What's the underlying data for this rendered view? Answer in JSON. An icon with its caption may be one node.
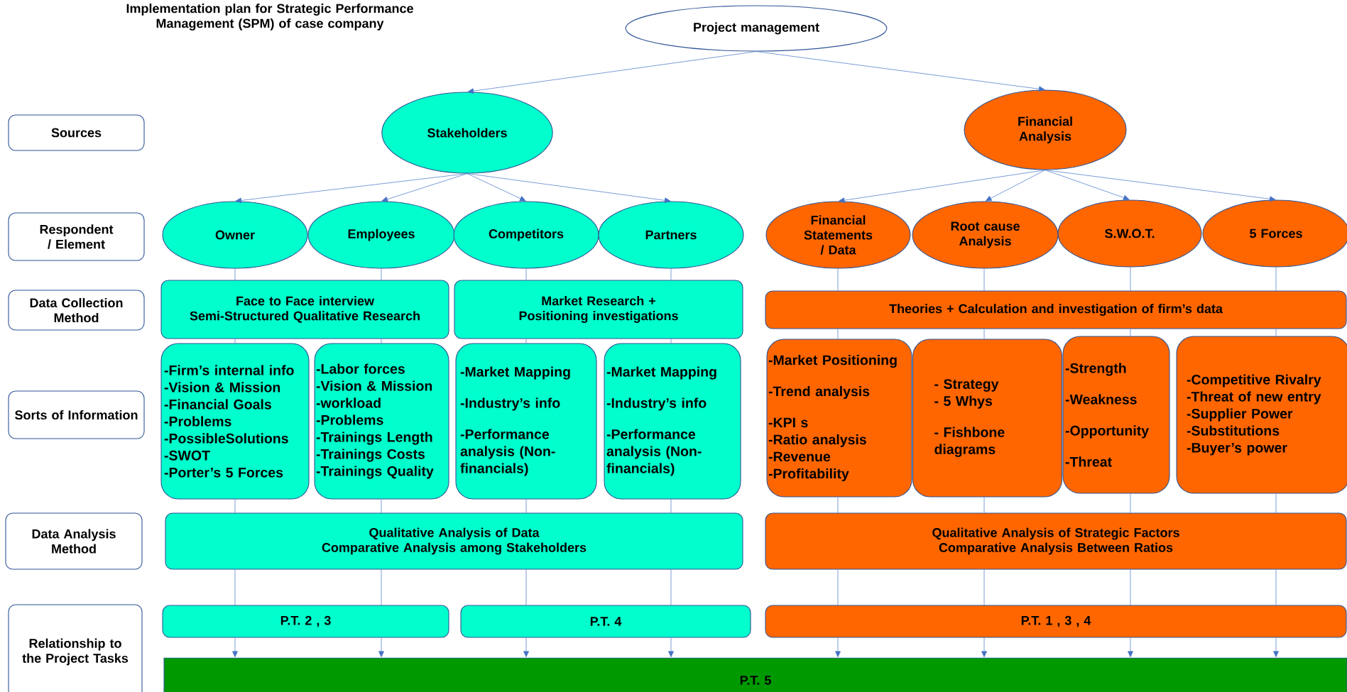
{
  "diagram": {
    "title": "Implementation plan for Strategic Performance Management (SPM) of case company",
    "nodes": [
      {
        "text": [
          "Project management"
        ]
      },
      {
        "text": [
          "Stakeholders"
        ]
      },
      {
        "text": [
          "Financial Analysis"
        ]
      },
      {
        "text": [
          "Owner"
        ]
      },
      {
        "text": [
          "Employees"
        ]
      },
      {
        "text": [
          "Competitors"
        ]
      },
      {
        "text": [
          "Partners"
        ]
      },
      {
        "text": [
          "Financial Statements / Data"
        ]
      },
      {
        "text": [
          "Root cause Analysis"
        ]
      },
      {
        "text": [
          "S.W.O.T."
        ]
      },
      {
        "text": [
          "5 Forces"
        ]
      },
      {
        "text": [
          "Face to Face interview",
          "Semi-Structured Qualitative Research"
        ]
      },
      {
        "text": [
          "Market Research + Positioning investigations"
        ]
      },
      {
        "text": [
          "Theories + Calculation and investigation of firm’s data"
        ]
      },
      {
        "text": [
          "-Firm’s internal info",
          "-Vision & Mission",
          "-Financial Goals",
          "-Problems",
          "-PossibleSolutions",
          "-SWOT",
          "-Porter’s 5 Forces"
        ]
      },
      {
        "text": [
          "-Labor forces",
          "-Vision & Mission",
          "-workload",
          "-Problems",
          "-Trainings Length",
          "-Trainings Costs",
          "-Trainings Quality"
        ]
      },
      {
        "text": [
          "-Market Mapping",
          "-Industry’s info",
          "-Performance analysis (Non-financials)"
        ]
      },
      {
        "text": [
          "-Market Mapping",
          "-Industry’s info",
          "-Performance analysis (Non-financials)"
        ]
      },
      {
        "text": [
          "-Market Positioning",
          "-Trend analysis",
          "-KPI s",
          "-Ratio analysis",
          "-Revenue",
          "-Profitability"
        ]
      },
      {
        "text": [
          "- Strategy",
          "- 5 Whys",
          "- Fishbone diagrams"
        ]
      },
      {
        "text": [
          "-Strength",
          "-Weakness",
          "-Opportunity",
          "-Threat"
        ]
      },
      {
        "text": [
          "-Competitive Rivalry",
          "-Threat of new entry",
          "-Supplier Power",
          "-Substitutions",
          "-Buyer’s power"
        ]
      },
      {
        "text": [
          "Qualitative Analysis of Data",
          "Comparative Analysis among Stakeholders"
        ]
      },
      {
        "text": [
          "Qualitative Analysis of Strategic Factors",
          "Comparative Analysis Between Ratios"
        ]
      },
      {
        "text": [
          "P.T. 2 , 3"
        ]
      },
      {
        "text": [
          "P.T. 4"
        ]
      },
      {
        "text": [
          "P.T. 1 , 3 , 4"
        ]
      },
      {
        "text": [
          "P.T. 5"
        ]
      },
      {
        "text": [
          "Sources"
        ]
      },
      {
        "text": [
          "Respondent / Element"
        ]
      },
      {
        "text": [
          "Data Collection Method"
        ]
      },
      {
        "text": [
          "Sorts of Information"
        ]
      },
      {
        "text": [
          "Data Analysis Method"
        ]
      },
      {
        "text": [
          "Relationship to the Project Tasks"
        ]
      }
    ],
    "edges": [
      {
        "from": 0,
        "to": 1,
        "arrow": "to"
      },
      {
        "from": 0,
        "to": 2,
        "arrow": "to"
      },
      {
        "from": 1,
        "to": 3,
        "arrow": "to"
      },
      {
        "from": 1,
        "to": 4,
        "arrow": "to"
      },
      {
        "from": 1,
        "to": 5,
        "arrow": "to"
      },
      {
        "from": 1,
        "to": 6,
        "arrow": "to"
      },
      {
        "from": 2,
        "to": 7,
        "arrow": "to"
      },
      {
        "from": 2,
        "to": 8,
        "arrow": "to"
      },
      {
        "from": 2,
        "to": 9,
        "arrow": "to"
      },
      {
        "from": 2,
        "to": 10,
        "arrow": "to"
      },
      {
        "from": 3,
        "to": 11,
        "arrow": "none"
      },
      {
        "from": 11,
        "to": 14,
        "arrow": "none"
      },
      {
        "from": 14,
        "to": 22,
        "arrow": "none"
      },
      {
        "from": 22,
        "to": 24,
        "arrow": "none"
      },
      {
        "from": 24,
        "to": 27,
        "arrow": "to"
      },
      {
        "from": 4,
        "to": 11,
        "arrow": "none"
      },
      {
        "from": 11,
        "to": 15,
        "arrow": "none"
      },
      {
        "from": 15,
        "to": 22,
        "arrow": "none"
      },
      {
        "from": 22,
        "to": 24,
        "arrow": "none"
      },
      {
        "from": 24,
        "to": 27,
        "arrow": "to"
      },
      {
        "from": 5,
        "to": 12,
        "arrow": "none"
      },
      {
        "from": 12,
        "to": 16,
        "arrow": "none"
      },
      {
        "from": 16,
        "to": 22,
        "arrow": "none"
      },
      {
        "from": 22,
        "to": 25,
        "arrow": "none"
      },
      {
        "from": 25,
        "to": 27,
        "arrow": "to"
      },
      {
        "from": 6,
        "to": 12,
        "arrow": "none"
      },
      {
        "from": 12,
        "to": 17,
        "arrow": "none"
      },
      {
        "from": 17,
        "to": 22,
        "arrow": "none"
      },
      {
        "from": 22,
        "to": 25,
        "arrow": "none"
      },
      {
        "from": 25,
        "to": 27,
        "arrow": "to"
      },
      {
        "from": 7,
        "to": 13,
        "arrow": "none"
      },
      {
        "from": 13,
        "to": 18,
        "arrow": "none"
      },
      {
        "from": 18,
        "to": 23,
        "arrow": "none"
      },
      {
        "from": 23,
        "to": 26,
        "arrow": "none"
      },
      {
        "from": 26,
        "to": 27,
        "arrow": "to"
      },
      {
        "from": 8,
        "to": 13,
        "arrow": "none"
      },
      {
        "from": 13,
        "to": 19,
        "arrow": "none"
      },
      {
        "from": 19,
        "to": 23,
        "arrow": "none"
      },
      {
        "from": 23,
        "to": 26,
        "arrow": "none"
      },
      {
        "from": 26,
        "to": 27,
        "arrow": "to"
      },
      {
        "from": 9,
        "to": 13,
        "arrow": "none"
      },
      {
        "from": 13,
        "to": 20,
        "arrow": "none"
      },
      {
        "from": 20,
        "to": 23,
        "arrow": "none"
      },
      {
        "from": 23,
        "to": 26,
        "arrow": "none"
      },
      {
        "from": 26,
        "to": 27,
        "arrow": "to"
      },
      {
        "from": 10,
        "to": 13,
        "arrow": "none"
      },
      {
        "from": 13,
        "to": 21,
        "arrow": "none"
      },
      {
        "from": 21,
        "to": 23,
        "arrow": "none"
      },
      {
        "from": 23,
        "to": 26,
        "arrow": "none"
      },
      {
        "from": 26,
        "to": 27,
        "arrow": "to"
      }
    ]
  }
}
